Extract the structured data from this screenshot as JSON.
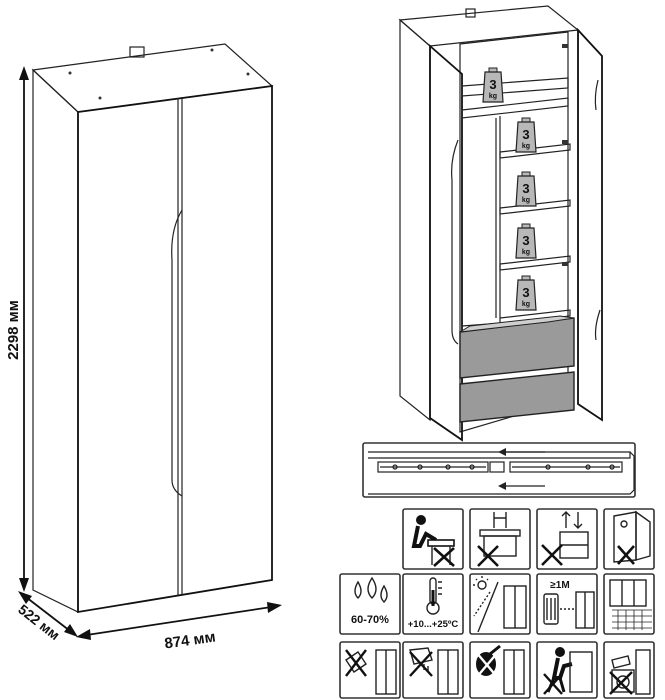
{
  "dimensions": {
    "height": "2298 мм",
    "depth": "522 мм",
    "width": "874 мм"
  },
  "weights": [
    {
      "value": "3",
      "unit": "kg"
    },
    {
      "value": "3",
      "unit": "kg"
    },
    {
      "value": "3",
      "unit": "kg"
    },
    {
      "value": "3",
      "unit": "kg"
    },
    {
      "value": "3",
      "unit": "kg"
    }
  ],
  "icons": {
    "humidity": "60-70%",
    "temperature": "+10...+25ºC",
    "distance": "≥1M"
  },
  "colors": {
    "drawer_fill": "#9a9a9a",
    "weight_fill": "#b8b8b8"
  }
}
